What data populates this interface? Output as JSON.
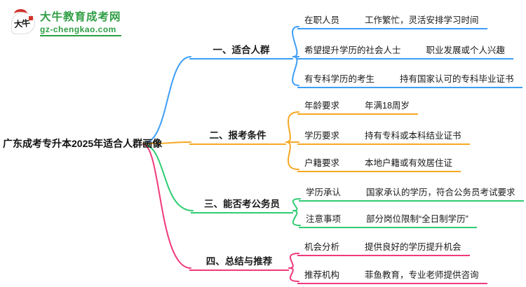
{
  "logo": {
    "icon_text": "大牛",
    "title": "大牛教育成考网",
    "domain": "gz-chengkao.com"
  },
  "central": {
    "title": "广东成考专升本2025年适合人群画像"
  },
  "colors": {
    "branch1_blue": "#3e9ef7",
    "branch2_orange": "#f7a823",
    "branch3_green": "#2ecc71",
    "branch4_pink": "#f0397c",
    "logo_green": "#2f9e44",
    "logo_red": "#d0342c",
    "text": "#1a1a1a"
  },
  "branches": [
    {
      "label": "一、适合人群",
      "children": [
        {
          "label": "在职人员",
          "desc": "工作繁忙，灵活安排学习时间"
        },
        {
          "label": "希望提升学历的社会人士",
          "desc": "职业发展或个人兴趣"
        },
        {
          "label": "有专科学历的考生",
          "desc": "持有国家认可的专科毕业证书"
        }
      ]
    },
    {
      "label": "二、报考条件",
      "children": [
        {
          "label": "年龄要求",
          "desc": "年满18周岁"
        },
        {
          "label": "学历要求",
          "desc": "持有专科或本科结业证书"
        },
        {
          "label": "户籍要求",
          "desc": "本地户籍或有效居住证"
        }
      ]
    },
    {
      "label": "三、能否考公务员",
      "children": [
        {
          "label": "学历承认",
          "desc": "国家承认的学历，符合公务员考试要求"
        },
        {
          "label": "注意事项",
          "desc": "部分岗位限制“全日制学历”"
        }
      ]
    },
    {
      "label": "四、总结与推荐",
      "children": [
        {
          "label": "机会分析",
          "desc": "提供良好的学历提升机会"
        },
        {
          "label": "推荐机构",
          "desc": "菲鱼教育，专业老师提供咨询"
        }
      ]
    }
  ]
}
